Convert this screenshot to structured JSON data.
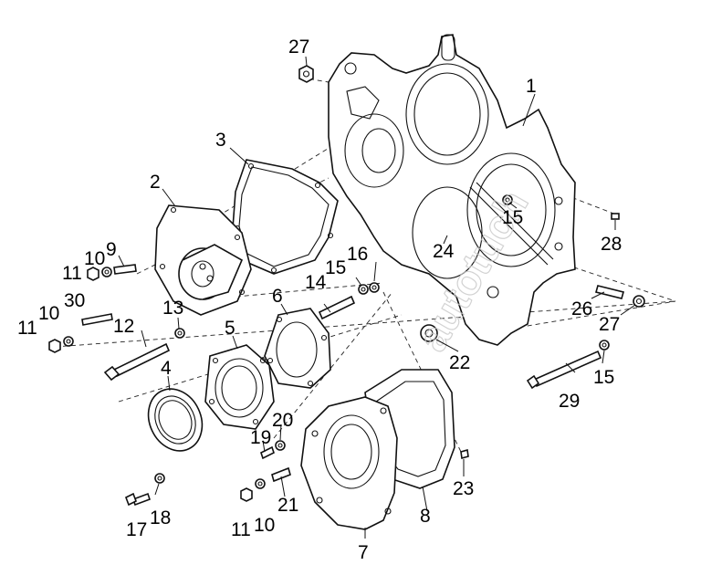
{
  "watermark": "autotuch",
  "callouts": {
    "c1": "1",
    "c2": "2",
    "c3": "3",
    "c4": "4",
    "c5": "5",
    "c6": "6",
    "c7": "7",
    "c8": "8",
    "c9": "9",
    "c10a": "10",
    "c10b": "10",
    "c10c": "10",
    "c11a": "11",
    "c11b": "11",
    "c11c": "11",
    "c12": "12",
    "c13": "13",
    "c14": "14",
    "c15a": "15",
    "c15b": "15",
    "c15c": "15",
    "c16": "16",
    "c17": "17",
    "c18": "18",
    "c19": "19",
    "c20": "20",
    "c21": "21",
    "c22": "22",
    "c23": "23",
    "c24": "24",
    "c26": "26",
    "c27a": "27",
    "c27b": "27",
    "c28": "28",
    "c29": "29",
    "c30": "30"
  }
}
